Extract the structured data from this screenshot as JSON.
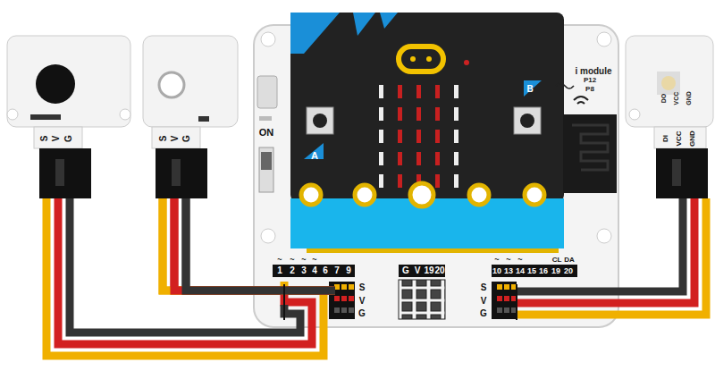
{
  "diagram": {
    "labels": [
      "S",
      "V",
      "G",
      "S",
      "V",
      "G",
      "ON",
      "A",
      "B",
      "i module",
      "P12",
      "P8",
      "DO",
      "VCC",
      "GND",
      "DI",
      "VCC",
      "GND",
      "~",
      "~",
      "~",
      "~",
      "1",
      "2",
      "3",
      "4",
      "6",
      "7",
      "9",
      "S",
      "V",
      "G",
      "G",
      "V",
      "19",
      "20",
      "S",
      "V",
      "G",
      "~",
      "~",
      "~",
      "10",
      "13",
      "14",
      "15",
      "16",
      "19",
      "20",
      "CL",
      "DA"
    ]
  }
}
